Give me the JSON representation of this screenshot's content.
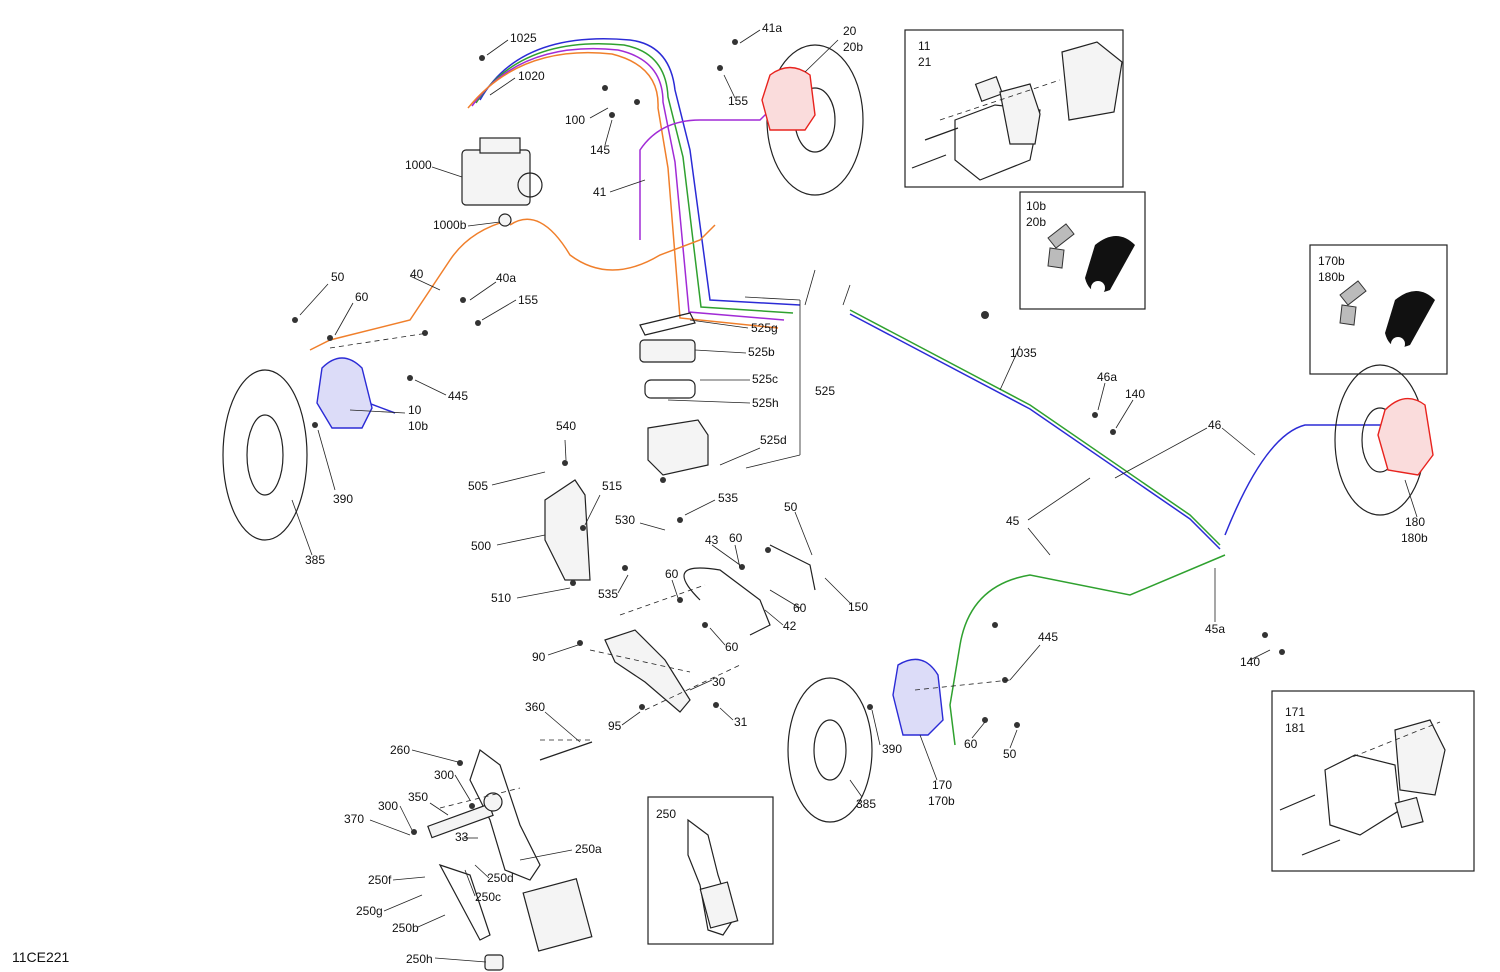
{
  "diagram_code": "11CE221",
  "colors": {
    "red": "#e8231e",
    "blue": "#2b2bd6",
    "green": "#2fa12f",
    "orange": "#f07f2b",
    "purple": "#a12bd6",
    "line": "#222222"
  },
  "callouts": {
    "c1025": "1025",
    "c1020": "1020",
    "c1000": "1000",
    "c1000b": "1000b",
    "c100": "100",
    "c145": "145",
    "c41a": "41a",
    "c155a": "155",
    "c20": "20",
    "c20b": "20b",
    "c41": "41",
    "c40": "40",
    "c40a": "40a",
    "c155b": "155",
    "c50a": "50",
    "c60a": "60",
    "c445a": "445",
    "c10": "10",
    "c10b": "10b",
    "c390a": "390",
    "c385a": "385",
    "c525g": "525g",
    "c525b": "525b",
    "c525c": "525c",
    "c525h": "525h",
    "c525": "525",
    "c525d": "525d",
    "c540": "540",
    "c505": "505",
    "c515": "515",
    "c500": "500",
    "c510": "510",
    "c535a": "535",
    "c530": "530",
    "c535b": "535",
    "c43": "43",
    "c60b": "60",
    "c50b": "50",
    "c60c": "60",
    "c150": "150",
    "c60d": "60",
    "c42": "42",
    "c60e": "60",
    "c90": "90",
    "c30": "30",
    "c95": "95",
    "c31": "31",
    "c360": "360",
    "c260": "260",
    "c300a": "300",
    "c300b": "300",
    "c350": "350",
    "c370": "370",
    "c33": "33",
    "c250a": "250a",
    "c250f": "250f",
    "c250d": "250d",
    "c250c": "250c",
    "c250g": "250g",
    "c250b": "250b",
    "c250h": "250h",
    "c1035": "1035",
    "c46a": "46a",
    "c140a": "140",
    "c46": "46",
    "c45": "45",
    "c45a": "45a",
    "c140b": "140",
    "c180": "180",
    "c180b": "180b",
    "c445b": "445",
    "c390b": "390",
    "c385b": "385",
    "c170": "170",
    "c170b": "170b",
    "c60f": "60",
    "c50c": "50"
  },
  "inset_boxes": {
    "pads_front": {
      "l1": "11",
      "l2": "21"
    },
    "bleeder_front": {
      "l1": "10b",
      "l2": "20b"
    },
    "bleeder_rear": {
      "l1": "170b",
      "l2": "180b"
    },
    "pads_rear": {
      "l1": "171",
      "l2": "181"
    },
    "pedal": {
      "l1": "250"
    }
  }
}
